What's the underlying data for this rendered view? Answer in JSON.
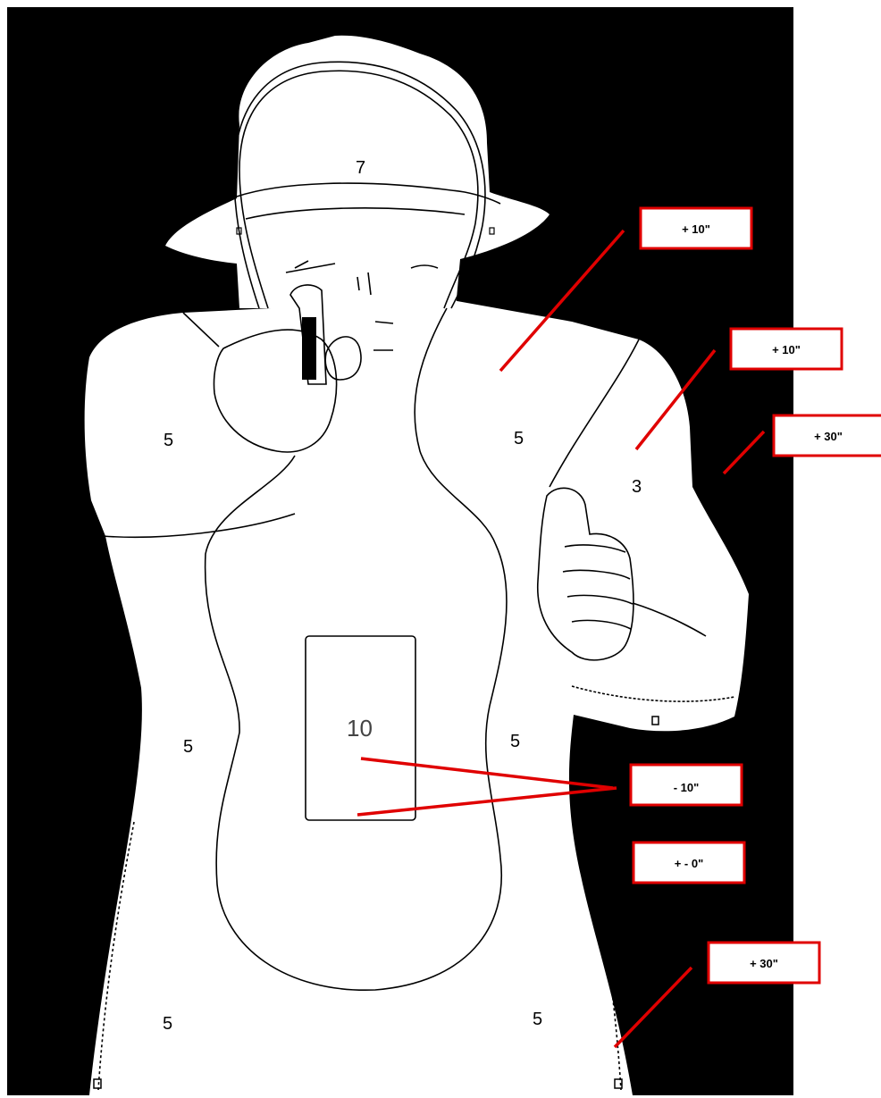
{
  "target": {
    "zones": {
      "head": "7",
      "left_shoulder": "5",
      "right_shoulder": "5",
      "right_arm": "3",
      "left_waist": "5",
      "right_waist": "5",
      "center_x": "10",
      "left_hip": "5",
      "right_hip": "5"
    },
    "callouts": [
      {
        "id": "shoulder-upper",
        "label": "+ 10\""
      },
      {
        "id": "arm",
        "label": "+ 10\""
      },
      {
        "id": "off-body-upper",
        "label": "+ 30\""
      },
      {
        "id": "center-x",
        "label": "- 10\""
      },
      {
        "id": "center-body",
        "label": "+ - 0\""
      },
      {
        "id": "off-body-lower",
        "label": "+ 30\""
      }
    ],
    "colors": {
      "background": "#000000",
      "silhouette": "#ffffff",
      "callout_accent": "#e00000"
    }
  }
}
